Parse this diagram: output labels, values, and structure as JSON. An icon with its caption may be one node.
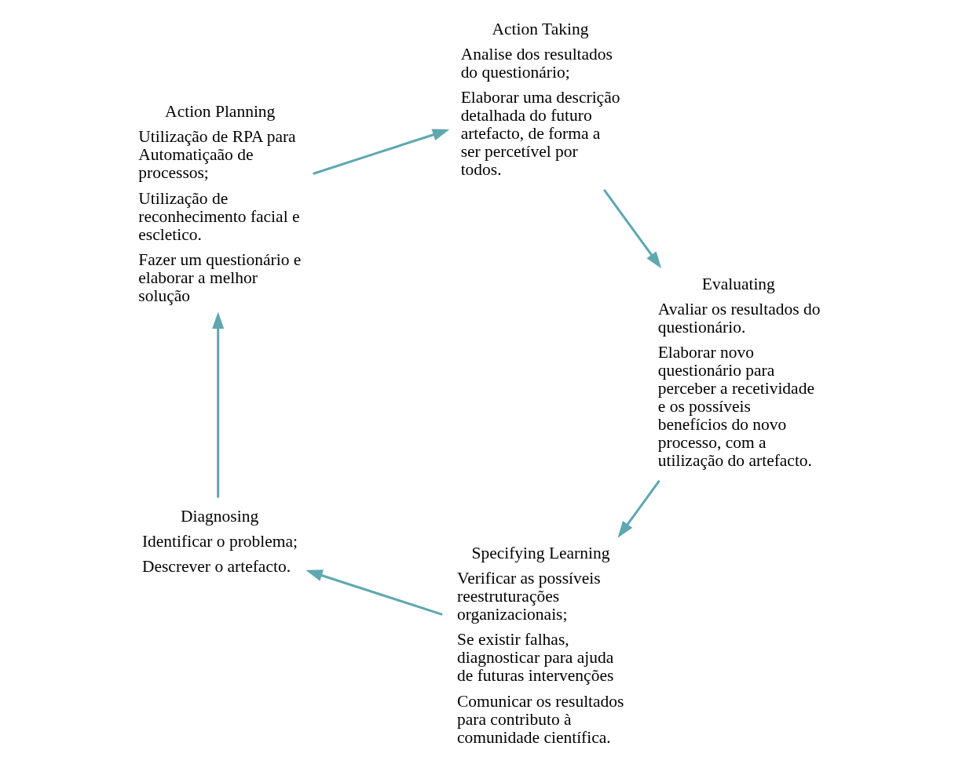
{
  "diagram": {
    "nodes": [
      {
        "text": [
          "Specifying Learning",
          "Verificar as possíveis reestruturações organizacionais;",
          "Se existir falhas, diagnosticar para ajuda de futuras intervenções",
          "Comunicar os resultados para contributo à comunidade científica."
        ]
      },
      {
        "text": [
          "Diagnosing",
          "Identificar o problema;",
          "Descrever o artefacto."
        ]
      },
      {
        "text": [
          "Action Planning",
          "Utilização de RPA para Automatiçaão de processos;",
          "Utilização de reconhecimento facial e escletico.",
          "Fazer um questionário e elaborar a melhor solução"
        ]
      },
      {
        "text": [
          "Action Taking",
          "Analise dos resultados do questionário;",
          "Elaborar uma descrição detalhada do futuro artefacto, de forma a ser percetível por todos."
        ]
      },
      {
        "text": [
          "Evaluating",
          "Avaliar os resultados do questionário.",
          "Elaborar novo questionário para perceber a recetividade e os possíveis benefícios do novo processo, com a utilização do artefacto."
        ]
      }
    ],
    "edges": [
      {
        "from": 0,
        "to": 1,
        "arrow": "to"
      },
      {
        "from": 1,
        "to": 2,
        "arrow": "to"
      },
      {
        "from": 2,
        "to": 3,
        "arrow": "to"
      },
      {
        "from": 3,
        "to": 4,
        "arrow": "to"
      },
      {
        "from": 4,
        "to": 0,
        "arrow": "to"
      }
    ]
  }
}
